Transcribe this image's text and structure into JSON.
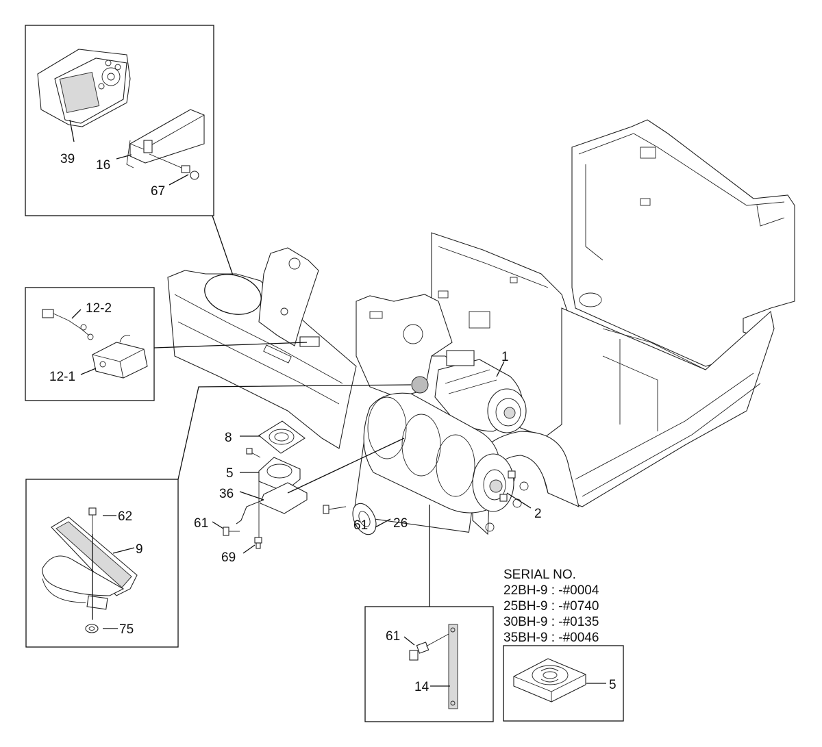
{
  "part_labels": {
    "p39": "39",
    "p16": "16",
    "p67": "67",
    "p12_2": "12-2",
    "p12_1": "12-1",
    "p1": "1",
    "p8": "8",
    "p5": "5",
    "p36": "36",
    "p61_a": "61",
    "p69": "69",
    "p61_b": "61",
    "p26": "26",
    "p2": "2",
    "p62": "62",
    "p9": "9",
    "p75": "75",
    "p61_c": "61",
    "p14": "14",
    "p5_b": "5"
  },
  "serial": {
    "title": "SERIAL NO.",
    "lines": [
      "22BH-9 : -#0004",
      "25BH-9 : -#0740",
      "30BH-9 : -#0135",
      "35BH-9 : -#0046"
    ]
  }
}
